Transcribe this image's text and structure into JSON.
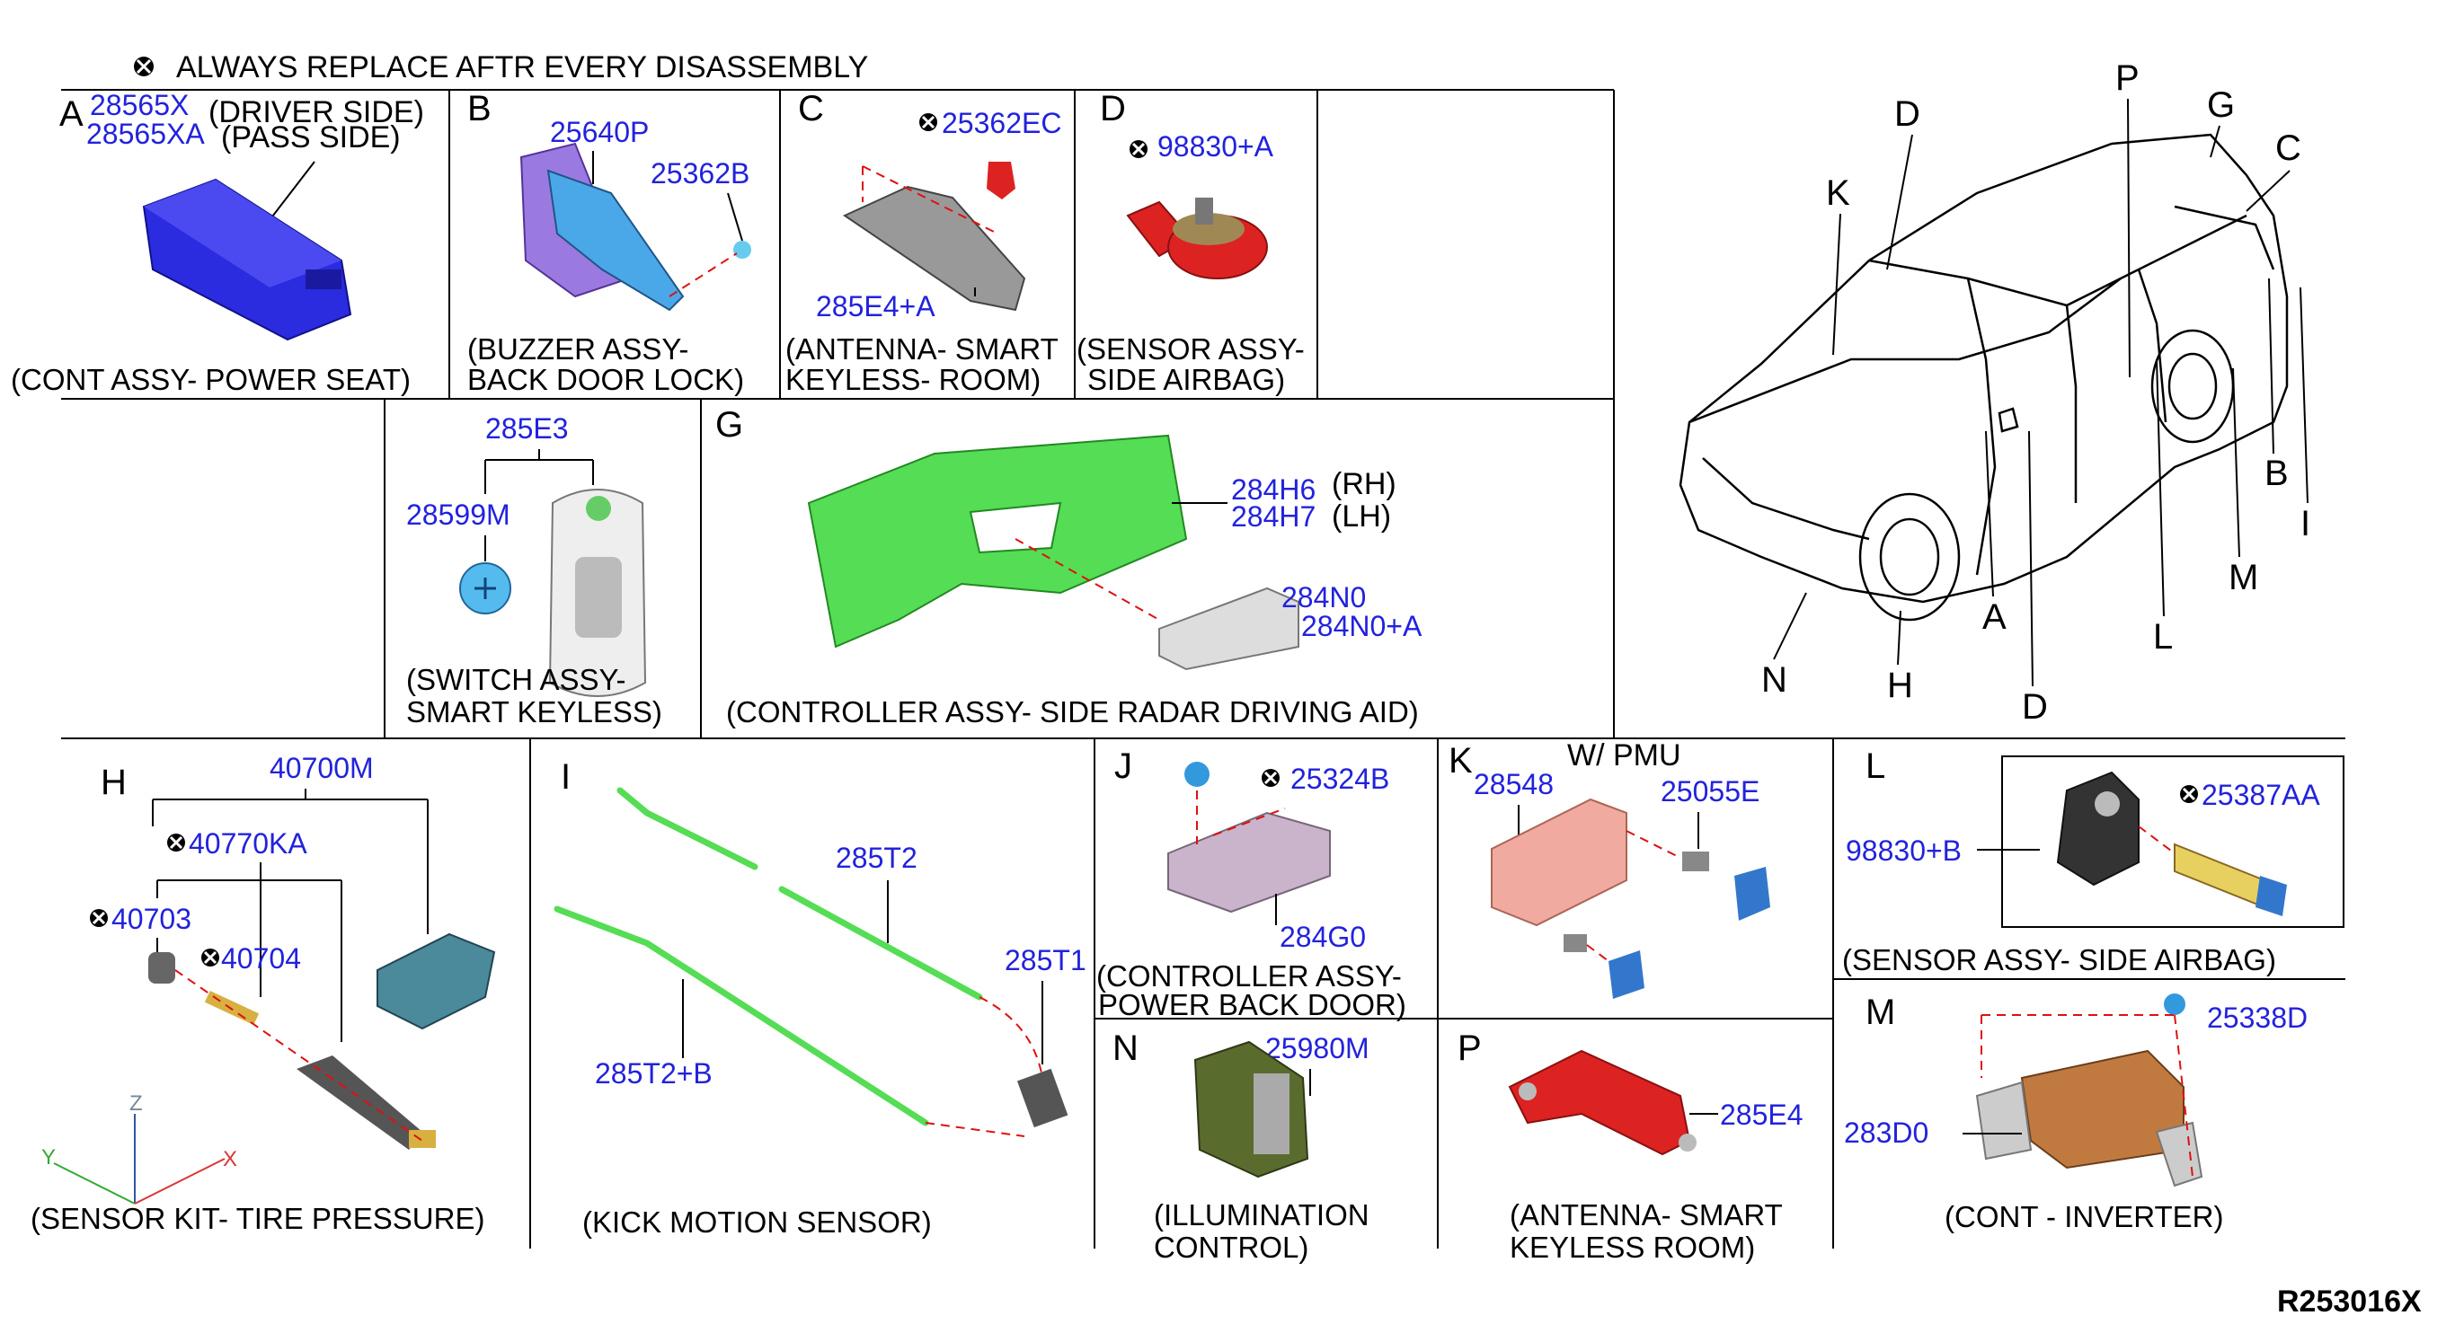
{
  "header": {
    "note": "ALWAYS REPLACE AFTR EVERY DISASSEMBLY"
  },
  "panels": {
    "A": {
      "letter": "A",
      "pn1": "28565X",
      "pn1_note": "(DRIVER SIDE)",
      "pn2": "28565XA",
      "pn2_note": "(PASS SIDE)",
      "caption": "(CONT ASSY- POWER SEAT)"
    },
    "B": {
      "letter": "B",
      "pn1": "25640P",
      "pn2": "25362B",
      "caption1": "(BUZZER ASSY-",
      "caption2": "BACK DOOR LOCK)"
    },
    "C": {
      "letter": "C",
      "pn1": "25362EC",
      "pn2": "285E4+A",
      "caption1": "(ANTENNA- SMART",
      "caption2": "KEYLESS- ROOM)"
    },
    "D": {
      "letter": "D",
      "pn1": "98830+A",
      "caption1": "(SENSOR ASSY-",
      "caption2": "SIDE AIRBAG)"
    },
    "switch": {
      "pn_top": "285E3",
      "pn1": "28599M",
      "caption1": "(SWITCH ASSY-",
      "caption2": "SMART KEYLESS)"
    },
    "G": {
      "letter": "G",
      "pn1": "284H6",
      "pn1_note": "(RH)",
      "pn2": "284H7",
      "pn2_note": "(LH)",
      "pn3": "284N0",
      "pn4": "284N0+A",
      "caption": "(CONTROLLER ASSY- SIDE RADAR DRIVING AID)"
    },
    "H": {
      "letter": "H",
      "pn1": "40700M",
      "pn2": "40770KA",
      "pn3": "40703",
      "pn4": "40704",
      "caption": "(SENSOR KIT- TIRE PRESSURE)",
      "axis_z": "Z",
      "axis_y": "Y",
      "axis_x": "X"
    },
    "I": {
      "letter": "I",
      "pn1": "285T2",
      "pn2": "285T2+B",
      "pn3": "285T1",
      "caption": "(KICK MOTION SENSOR)"
    },
    "J": {
      "letter": "J",
      "pn1": "25324B",
      "pn2": "284G0",
      "caption1": "(CONTROLLER ASSY-",
      "caption2": "POWER BACK DOOR)"
    },
    "K": {
      "letter": "K",
      "note": "W/ PMU",
      "pn1": "28548",
      "pn2": "25055E"
    },
    "L": {
      "letter": "L",
      "pn1": "98830+B",
      "pn2": "25387AA",
      "caption": "(SENSOR ASSY- SIDE AIRBAG)"
    },
    "N": {
      "letter": "N",
      "pn1": "25980M",
      "caption1": "(ILLUMINATION",
      "caption2": "CONTROL)"
    },
    "P": {
      "letter": "P",
      "pn1": "285E4",
      "caption1": "(ANTENNA- SMART",
      "caption2": "KEYLESS ROOM)"
    },
    "M": {
      "letter": "M",
      "pn1": "25338D",
      "pn2": "283D0",
      "caption": "(CONT - INVERTER)"
    }
  },
  "vehicle_callouts": {
    "D1": "D",
    "P": "P",
    "G": "G",
    "C": "C",
    "K": "K",
    "B": "B",
    "I": "I",
    "M": "M",
    "L": "L",
    "A": "A",
    "D2": "D",
    "N": "N",
    "H": "H"
  },
  "footer": {
    "ref": "R253016X"
  },
  "colors": {
    "part_number": "#2222dd",
    "dashed_guide": "#e01010",
    "part_blue": "#2233dd",
    "part_green": "#55dd55",
    "part_red": "#dd2222"
  }
}
